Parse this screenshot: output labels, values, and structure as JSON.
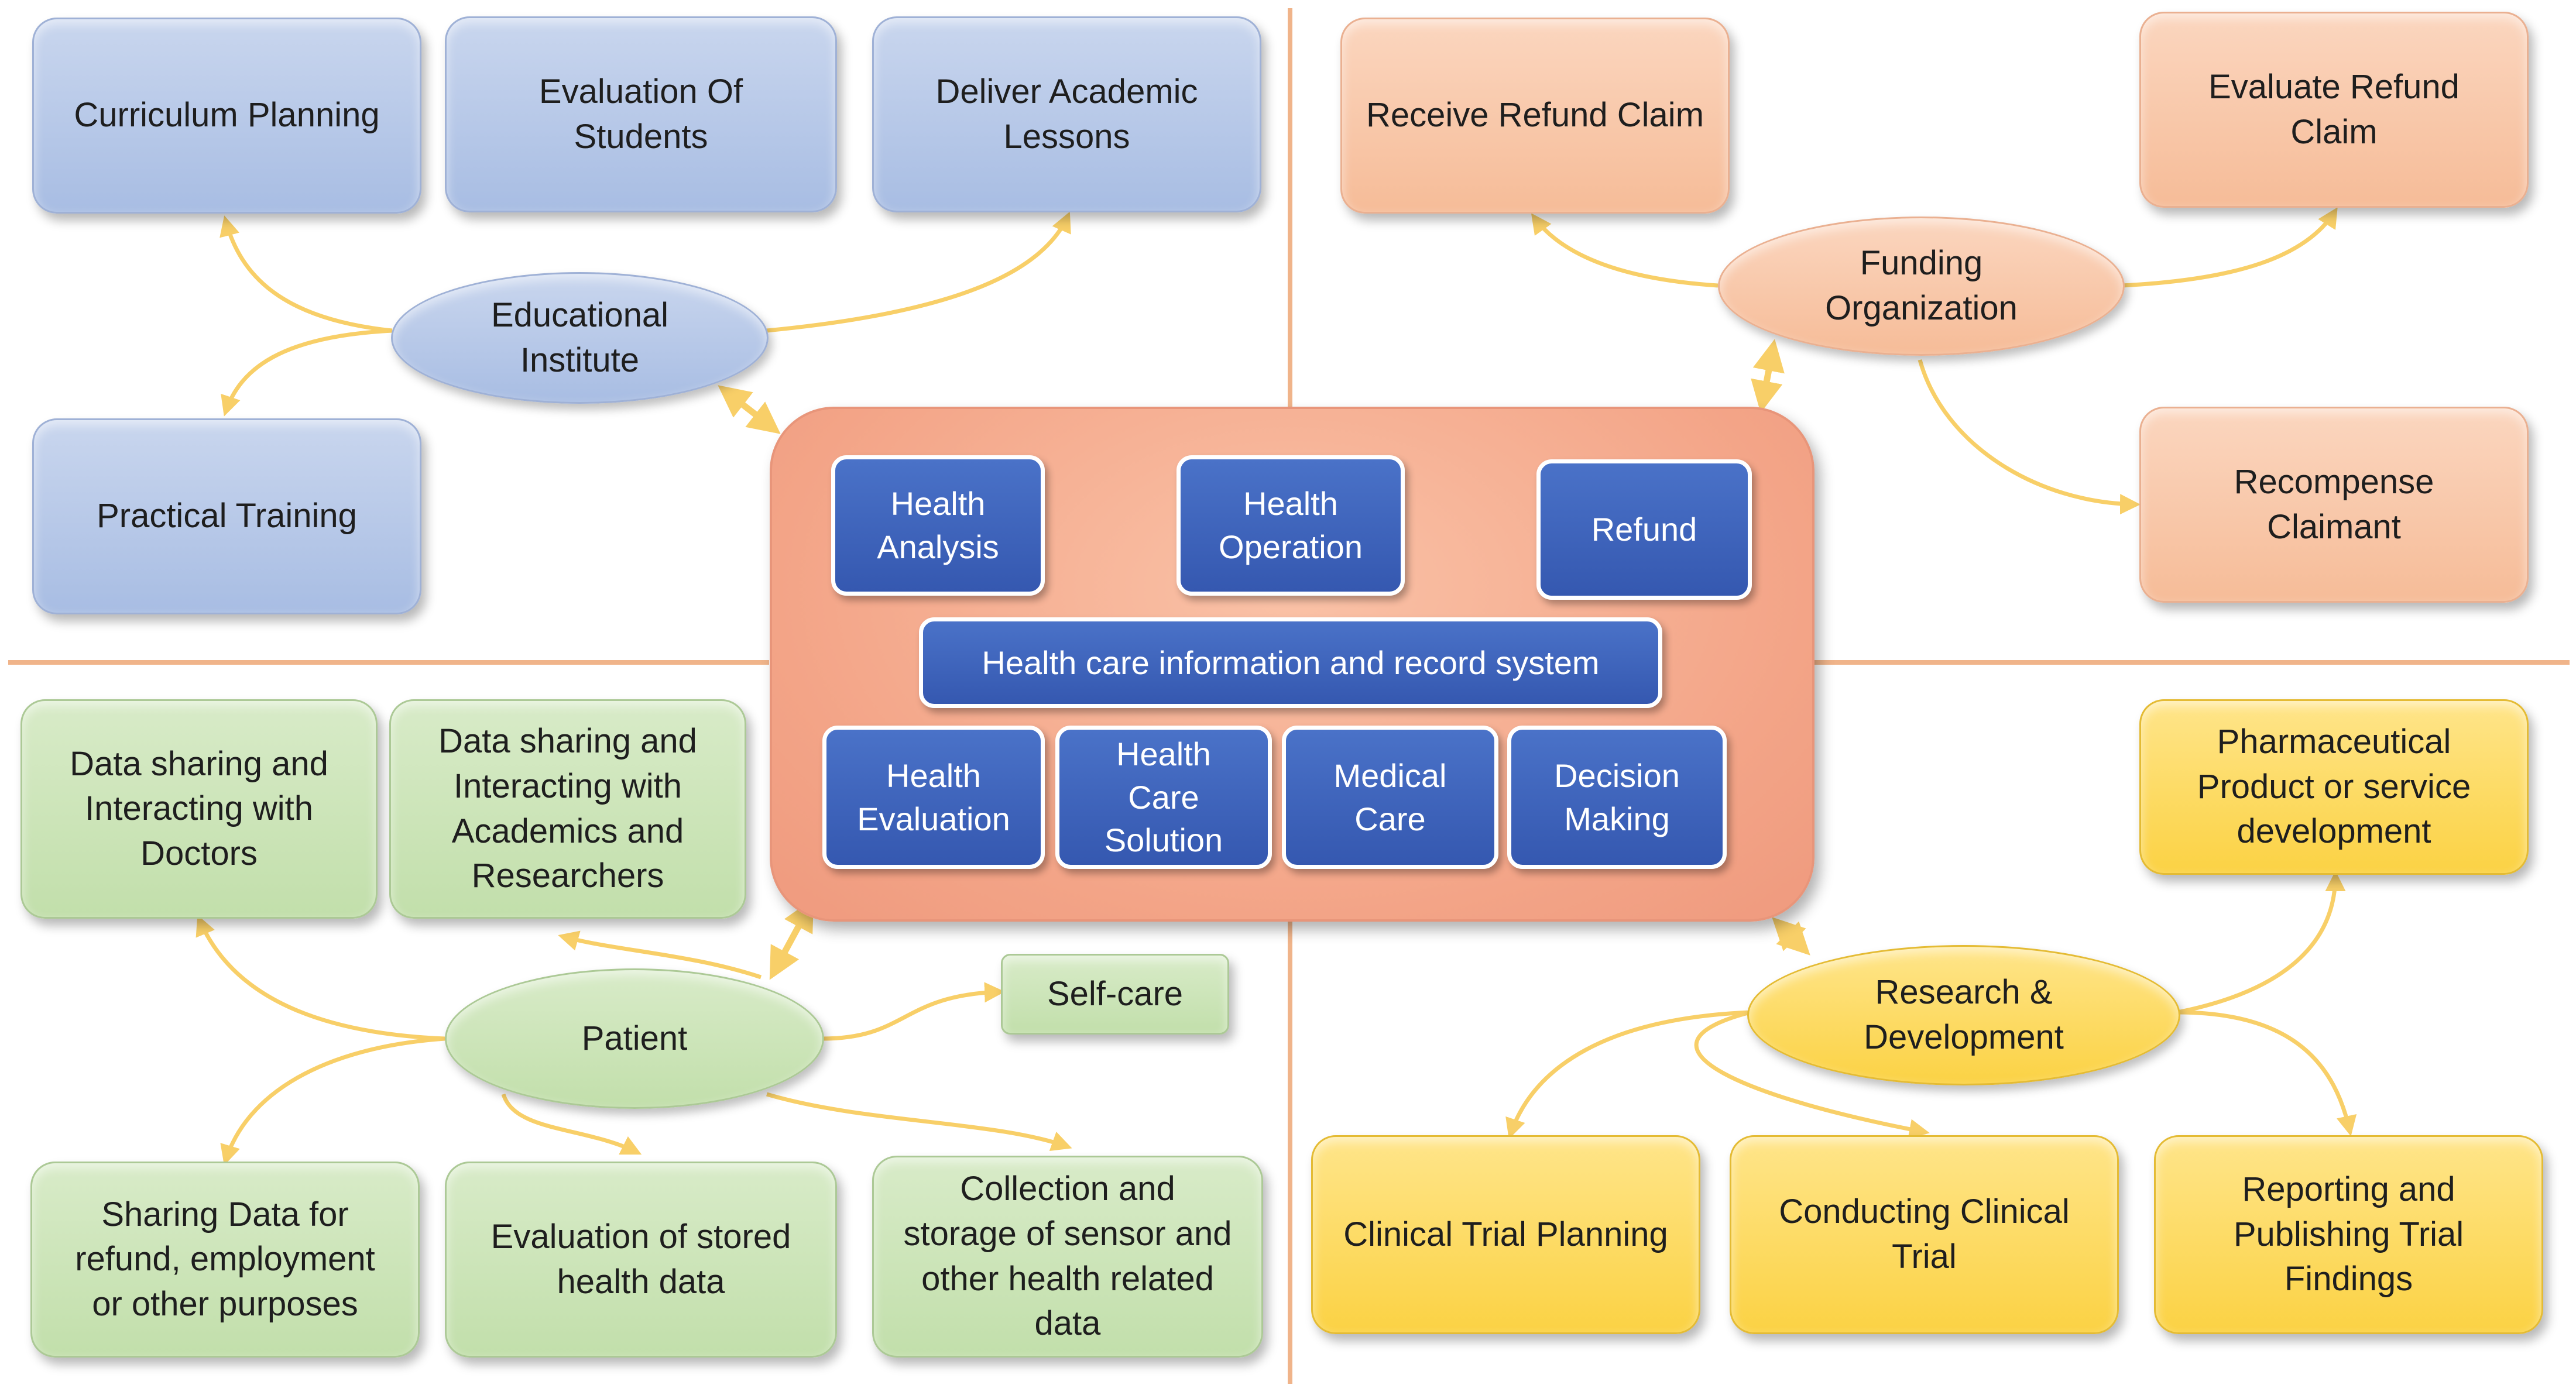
{
  "hub": {
    "tiles": {
      "health_analysis": "Health\nAnalysis",
      "health_operation": "Health\nOperation",
      "refund": "Refund",
      "record_system": "Health care information and record system",
      "health_evaluation": "Health\nEvaluation",
      "health_care_solution": "Health\nCare\nSolution",
      "medical_care": "Medical\nCare",
      "decision_making": "Decision\nMaking"
    }
  },
  "education": {
    "hub": "Educational\nInstitute",
    "curriculum_planning": "Curriculum Planning",
    "evaluation_of_students": "Evaluation Of\nStudents",
    "deliver_academic_lessons": "Deliver Academic\nLessons",
    "practical_training": "Practical Training"
  },
  "funding": {
    "hub": "Funding\nOrganization",
    "receive_refund_claim": "Receive Refund Claim",
    "evaluate_refund_claim": "Evaluate Refund\nClaim",
    "recompense_claimant": "Recompense\nClaimant"
  },
  "patient": {
    "hub": "Patient",
    "sharing_doctors": "Data sharing and\nInteracting with\nDoctors",
    "sharing_academics": "Data sharing and\nInteracting with\nAcademics and\nResearchers",
    "self_care": "Self-care",
    "sharing_refund": "Sharing Data for\nrefund, employment\nor other purposes",
    "evaluation_stored": "Evaluation of stored\nhealth data",
    "collection_storage": "Collection and\nstorage of sensor and\nother health related\ndata"
  },
  "research": {
    "hub": "Research &\nDevelopment",
    "pharmaceutical": "Pharmaceutical\nProduct or service\ndevelopment",
    "trial_planning": "Clinical Trial Planning",
    "conducting_trial": "Conducting Clinical\nTrial",
    "reporting_trial": "Reporting and\nPublishing Trial\nFindings"
  },
  "colors": {
    "connector": "#f8cf68",
    "divider": "#f0b48a",
    "tile": "#3f64bd",
    "hub": "#f3a487"
  }
}
